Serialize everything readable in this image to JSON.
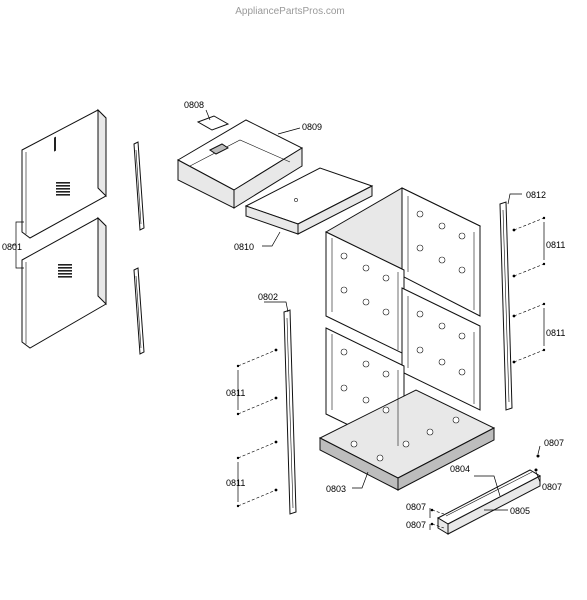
{
  "watermark": "AppliancePartsPros.com",
  "callouts": {
    "c0801": "0801",
    "c0802": "0802",
    "c0803": "0803",
    "c0804": "0804",
    "c0805": "0805",
    "c0807a": "0807",
    "c0807b": "0807",
    "c0807c": "0807",
    "c0807d": "0807",
    "c0808": "0808",
    "c0809": "0809",
    "c0810": "0810",
    "c0811a": "0811",
    "c0811b": "0811",
    "c0811c": "0811",
    "c0811d": "0811",
    "c0812": "0812"
  }
}
